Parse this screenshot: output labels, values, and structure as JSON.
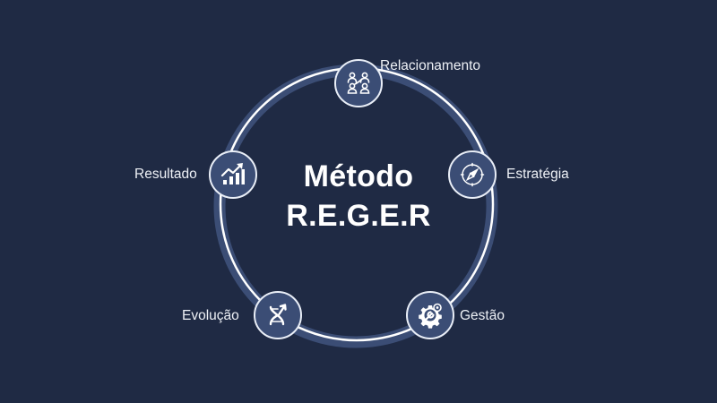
{
  "diagram": {
    "title_line1": "Método",
    "title_line2": "R.E.G.E.R",
    "colors": {
      "background": "#1f2a44",
      "ring_band": "#3b4d75",
      "ring_line": "#ffffff",
      "node_fill": "#3b4d75",
      "node_border": "#e9eef7",
      "text": "#ffffff"
    },
    "nodes": [
      {
        "label": "Relacionamento",
        "icon": "people-network-icon",
        "position": "top"
      },
      {
        "label": "Estratégia",
        "icon": "compass-icon",
        "position": "right"
      },
      {
        "label": "Gestão",
        "icon": "gear-wrench-icon",
        "position": "bottom-right"
      },
      {
        "label": "Evolução",
        "icon": "dna-arrow-up-icon",
        "position": "bottom-left"
      },
      {
        "label": "Resultado",
        "icon": "growth-chart-icon",
        "position": "left"
      }
    ]
  }
}
